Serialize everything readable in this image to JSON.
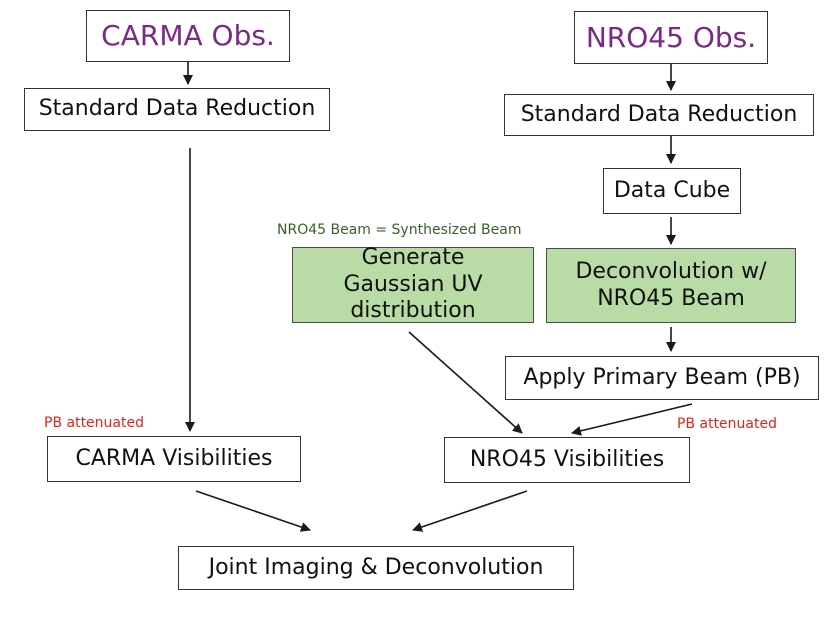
{
  "colors": {
    "title_text": "#7a2a86",
    "process_fill": "#b9dca6",
    "note_red": "#e0241c",
    "note_green": "#3a5f2a",
    "arrow": "#1a1a1a"
  },
  "left": {
    "carma_obs": "CARMA Obs.",
    "standard_reduction": "Standard Data Reduction",
    "pb_note": "PB attenuated",
    "carma_visibilities": "CARMA Visibilities"
  },
  "right": {
    "nro45_obs": "NRO45 Obs.",
    "standard_reduction": "Standard Data Reduction",
    "data_cube": "Data Cube",
    "beam_note": "NRO45 Beam = Synthesized Beam",
    "generate_gaussian": "Generate Gaussian UV distribution",
    "deconvolution": "Deconvolution w/ NRO45 Beam",
    "apply_pb": "Apply Primary Beam (PB)",
    "pb_note": "PB attenuated",
    "nro45_visibilities": "NRO45 Visibilities"
  },
  "joint": "Joint Imaging & Deconvolution"
}
